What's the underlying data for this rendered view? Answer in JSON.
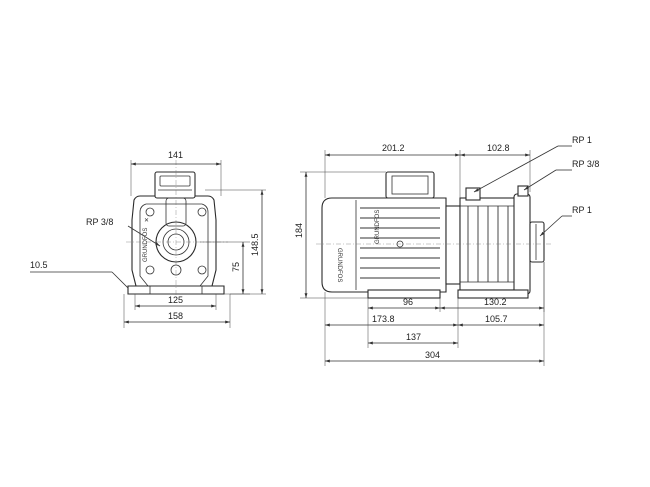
{
  "drawing": {
    "front_view": {
      "width_top": "141",
      "port_label": "RP 3/8",
      "foot_thickness": "10.5",
      "height_shaft": "75",
      "height_total": "148.5",
      "foot_hole_spacing": "125",
      "foot_width": "158"
    },
    "side_view": {
      "motor_length": "201.2",
      "pump_length": "102.8",
      "height": "184",
      "foot_to_base": "96",
      "pump_to_foot": "130.2",
      "motor_offset": "173.8",
      "pump_offset": "105.7",
      "foot_length": "137",
      "total_length": "304",
      "outlet_label": "RP 1",
      "drain_label": "RP 3/8",
      "inlet_label": "RP 1"
    },
    "brand_mark": "GRUNDFOS"
  }
}
